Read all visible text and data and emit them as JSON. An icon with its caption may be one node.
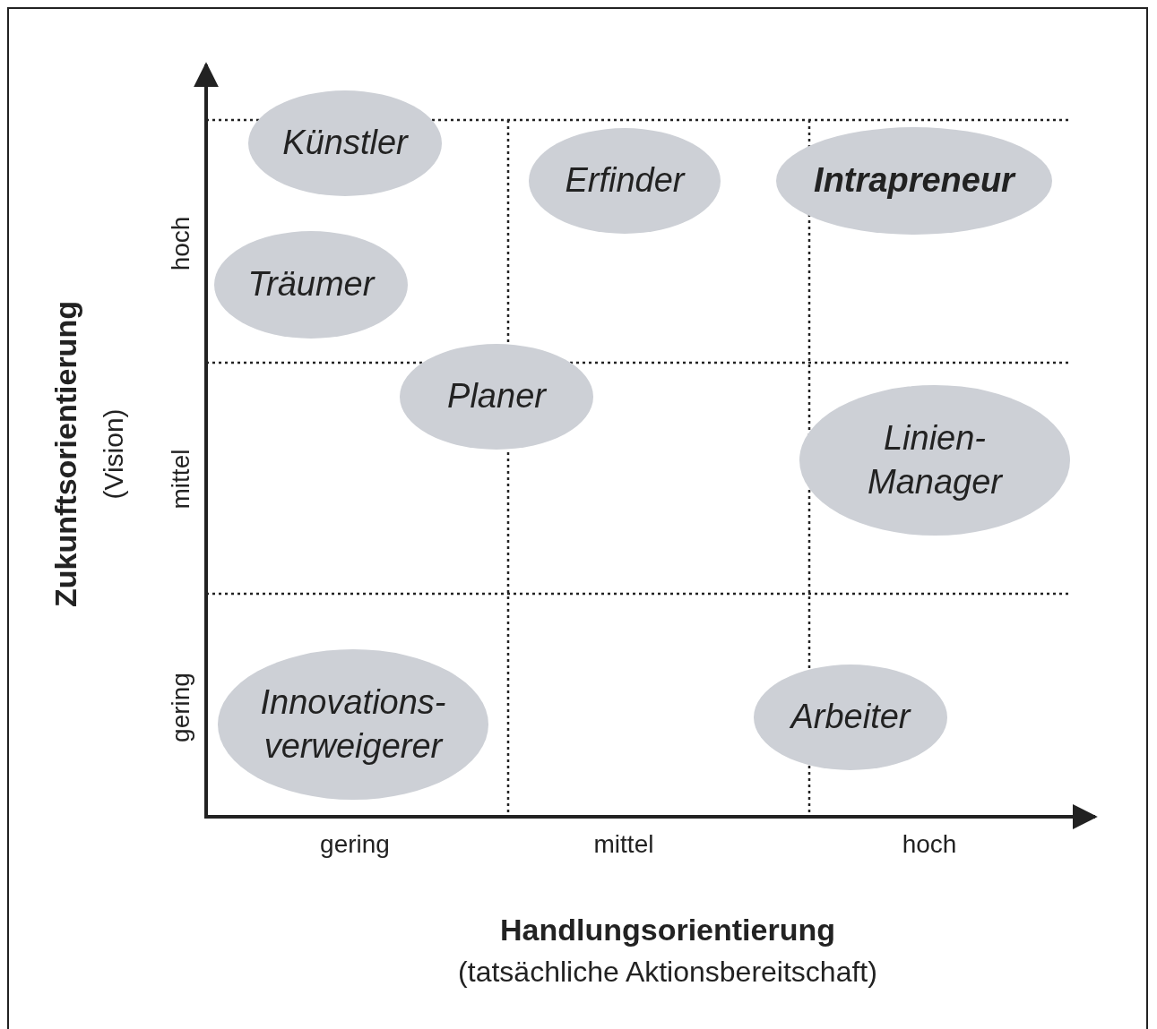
{
  "diagram": {
    "nodes": [
      {
        "text": [
          "Künstler"
        ]
      },
      {
        "text": [
          "Erfinder"
        ]
      },
      {
        "text": [
          "Intrapreneur"
        ]
      },
      {
        "text": [
          "Träumer"
        ]
      },
      {
        "text": [
          "Planer"
        ]
      },
      {
        "text": [
          "Linien- Manager"
        ]
      },
      {
        "text": [
          "Innovations- verweigerer"
        ]
      },
      {
        "text": [
          "Arbeiter"
        ]
      }
    ],
    "edges": [],
    "labels": [
      "hoch",
      "mittel",
      "gering",
      "Zukunftsorientierung",
      "(Vision)",
      "gering",
      "mittel",
      "hoch",
      "Handlungsorientierung",
      "(tatsächliche Aktionsbereitschaft)"
    ]
  }
}
